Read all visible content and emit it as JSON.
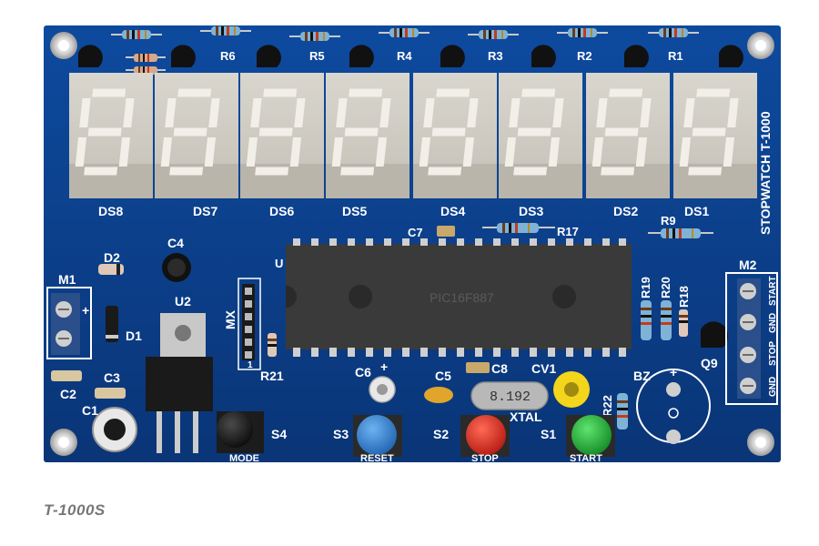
{
  "caption": "T-1000S",
  "board": {
    "title": "STOPWATCH T-1000",
    "ic_label": "PIC16F887",
    "ic_ref": "U",
    "crystal_value": "8.192",
    "displays": [
      "DS8",
      "DS7",
      "DS6",
      "DS5",
      "DS4",
      "DS3",
      "DS2",
      "DS1"
    ],
    "resistors_top": [
      "R6",
      "R5",
      "R4",
      "R3",
      "R2",
      "R1"
    ],
    "labels": {
      "m1": "M1",
      "m2": "M2",
      "d1": "D1",
      "d2": "D2",
      "c1": "C1",
      "c2": "C2",
      "c3": "C3",
      "c4": "C4",
      "c5": "C5",
      "c6": "C6",
      "c7": "C7",
      "c8": "C8",
      "cv1": "CV1",
      "u2": "U2",
      "mx": "MX",
      "r9": "R9",
      "r17": "R17",
      "r18": "R18",
      "r19": "R19",
      "r20": "R20",
      "r21": "R21",
      "r22": "R22",
      "q9": "Q9",
      "bz": "BZ",
      "xtal": "XTAL",
      "s1": "S1",
      "s2": "S2",
      "s3": "S3",
      "s4": "S4",
      "mode": "MODE",
      "reset": "RESET",
      "stop": "STOP",
      "start": "START",
      "m2_pin_start": "START",
      "m2_pin_gnd1": "GND",
      "m2_pin_stop": "STOP",
      "m2_pin_gnd2": "GND",
      "plus": "+",
      "pin1": "1"
    },
    "colors": {
      "pcb": "#0b3f8c",
      "display_segment": "#e6e2d8",
      "button_blue": "#2d7fd0",
      "button_red": "#e02a20",
      "button_green": "#22b33a",
      "button_black": "#1a1a1a"
    }
  }
}
